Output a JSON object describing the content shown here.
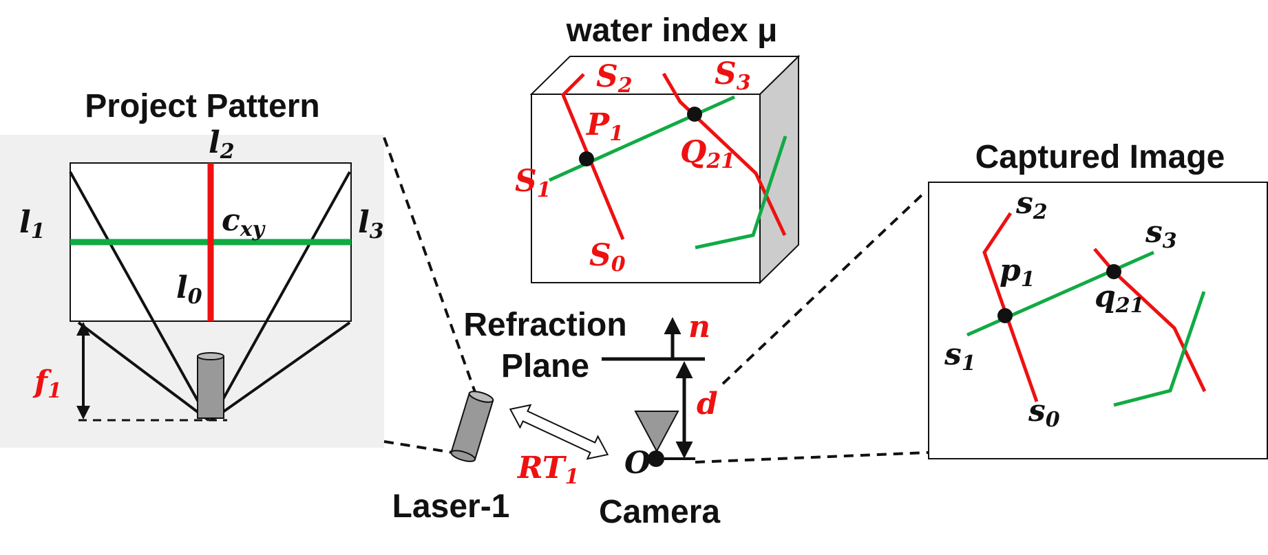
{
  "colors": {
    "red": "#ee1111",
    "green": "#11aa44",
    "black": "#111111",
    "panel_bg": "#f0f0f0",
    "cylinder": "#999999",
    "box_side": "#cccccc"
  },
  "project_pattern": {
    "title": "Project Pattern",
    "labels": {
      "l1": {
        "base": "l",
        "sub": "1"
      },
      "l2": {
        "base": "l",
        "sub": "2"
      },
      "l3": {
        "base": "l",
        "sub": "3"
      },
      "l0": {
        "base": "l",
        "sub": "0"
      },
      "cxy": {
        "base": "c",
        "sub": "xy"
      },
      "f1": {
        "base": "f",
        "sub": "1"
      }
    }
  },
  "water_box": {
    "title": "water index μ",
    "labels": {
      "S2": {
        "base": "S",
        "sub": "2"
      },
      "S3": {
        "base": "S",
        "sub": "3"
      },
      "P1": {
        "base": "P",
        "sub": "1"
      },
      "Q21": {
        "base": "Q",
        "sub": "21"
      },
      "S1": {
        "base": "S",
        "sub": "1"
      },
      "S0": {
        "base": "S",
        "sub": "0"
      }
    }
  },
  "center": {
    "refraction_line1": "Refraction",
    "refraction_line2": "Plane",
    "n": "n",
    "d": "d",
    "origin": "O",
    "rt": {
      "base": "RT",
      "sub": "1"
    },
    "laser": "Laser-1",
    "camera": "Camera"
  },
  "captured_image": {
    "title": "Captured Image",
    "labels": {
      "s2": {
        "base": "s",
        "sub": "2"
      },
      "s3": {
        "base": "s",
        "sub": "3"
      },
      "p1": {
        "base": "p",
        "sub": "1"
      },
      "q21": {
        "base": "q",
        "sub": "21"
      },
      "s1": {
        "base": "s",
        "sub": "1"
      },
      "s0": {
        "base": "s",
        "sub": "0"
      }
    }
  }
}
